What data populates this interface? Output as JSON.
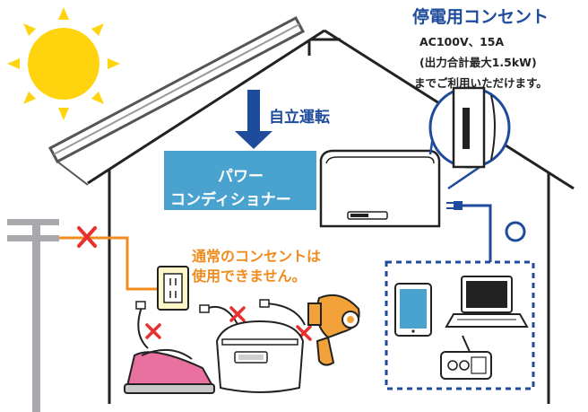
{
  "outlet": {
    "title": "停電用コンセント",
    "spec": "AC100V、15A",
    "capacity": "(出力合計最大1.5kW)",
    "note": "までご利用いただけます。"
  },
  "arrow_label": "自立運転",
  "power_conditioner": {
    "line1": "パワー",
    "line2": "コンディショナー"
  },
  "warning": {
    "line1": "通常のコンセントは",
    "line2": "使用できません。"
  },
  "colors": {
    "blue": "#1f4b9c",
    "light_blue": "#4aa3cf",
    "orange": "#f08c1e",
    "red": "#e6312f",
    "pink": "#e8719f",
    "pole": "#a7a9ac",
    "sun": "#ffd40f"
  },
  "icons": [
    "sun-icon",
    "solar-panel",
    "utility-pole-icon",
    "wall-outlet-icon",
    "iron-icon",
    "rice-cooker-icon",
    "hair-dryer-icon",
    "tablet-icon",
    "laptop-icon",
    "radio-icon",
    "blocked-x-icon"
  ]
}
